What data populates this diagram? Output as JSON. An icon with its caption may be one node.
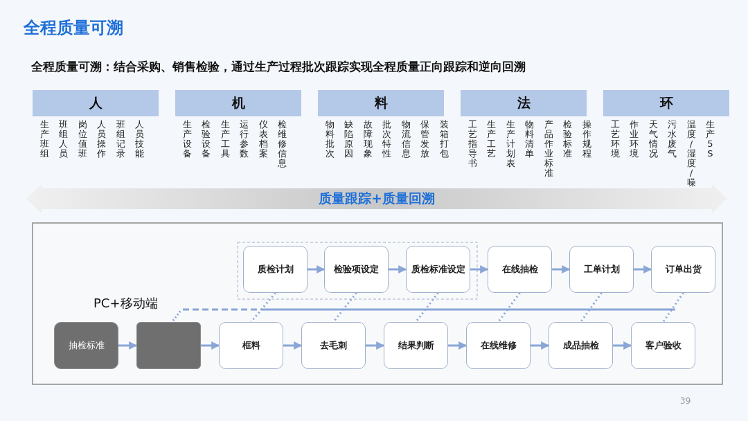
{
  "diagram": {
    "title": "全程质量可溯",
    "nodes": [
      {
        "text": [
          "人"
        ],
        "beside": [
          "生产班组",
          "班组人员",
          "岗位值班",
          "人员操作",
          "班组记录",
          "人员技能"
        ]
      },
      {
        "text": [
          "机"
        ],
        "beside": [
          "生产设备",
          "检验设备",
          "生产工具",
          "运行参数",
          "仪表档案",
          "检维修信息"
        ]
      },
      {
        "text": [
          "料"
        ],
        "beside": [
          "物料批次",
          "缺陷原因",
          "故障现象",
          "批次特性",
          "物流信息",
          "保管发放",
          "装箱打包"
        ]
      },
      {
        "text": [
          "法"
        ],
        "beside": [
          "工艺指导书",
          "生产工艺",
          "生产计划表",
          "物料清单",
          "产品作业标准",
          "检验标准",
          "操作规程"
        ]
      },
      {
        "text": [
          "环"
        ],
        "beside": [
          "工艺环境",
          "作业环境",
          "天气情况",
          "污水废气",
          "温度/湿度/噪",
          "生产5S"
        ]
      },
      {
        "text": [
          "质量跟踪+质量回溯"
        ]
      },
      {
        "text": [
          "质检计划"
        ]
      },
      {
        "text": [
          "检验项设定"
        ]
      },
      {
        "text": [
          "质检标准设定"
        ]
      },
      {
        "text": [
          "在线抽检"
        ]
      },
      {
        "text": [
          "工单计划"
        ]
      },
      {
        "text": [
          "订单出货"
        ]
      },
      {
        "text": [
          "抽检标准"
        ]
      },
      {
        "text": [],
        "shape": "box"
      },
      {
        "text": [
          "框料"
        ]
      },
      {
        "text": [
          "去毛刺"
        ]
      },
      {
        "text": [
          "结果判断"
        ]
      },
      {
        "text": [
          "在线维修"
        ]
      },
      {
        "text": [
          "成品抽检"
        ]
      },
      {
        "text": [
          "客户验收"
        ]
      }
    ],
    "edges": [
      {
        "from": 6,
        "to": 7,
        "arrow": "to"
      },
      {
        "from": 7,
        "to": 8,
        "arrow": "to"
      },
      {
        "from": 8,
        "to": 9,
        "arrow": "to"
      },
      {
        "from": 9,
        "to": 10,
        "arrow": "to"
      },
      {
        "from": 10,
        "to": 11,
        "arrow": "to"
      },
      {
        "from": 12,
        "to": 13,
        "arrow": "to"
      },
      {
        "from": 13,
        "to": 14,
        "arrow": "to"
      },
      {
        "from": 14,
        "to": 15,
        "arrow": "to"
      },
      {
        "from": 15,
        "to": 16,
        "arrow": "to"
      },
      {
        "from": 16,
        "to": 17,
        "arrow": "to"
      },
      {
        "from": 17,
        "to": 18,
        "arrow": "to"
      },
      {
        "from": 18,
        "to": 19,
        "arrow": "to"
      },
      {
        "from": 6,
        "to": 14,
        "arrow": "none",
        "style": "dashed"
      },
      {
        "from": 7,
        "to": 15,
        "arrow": "none",
        "style": "dashed"
      },
      {
        "from": 8,
        "to": 16,
        "arrow": "none",
        "style": "dashed"
      },
      {
        "from": 9,
        "to": 17,
        "arrow": "none",
        "style": "dashed"
      },
      {
        "from": 10,
        "to": 18,
        "arrow": "none",
        "style": "dashed"
      },
      {
        "from": 11,
        "to": 19,
        "arrow": "none",
        "style": "dashed"
      }
    ],
    "labels": [
      "全程质量可溯：结合采购、销售检验，通过生产过程批次跟踪实现全程质量正向跟踪和逆向回溯",
      "PC+移动端",
      "39"
    ]
  }
}
